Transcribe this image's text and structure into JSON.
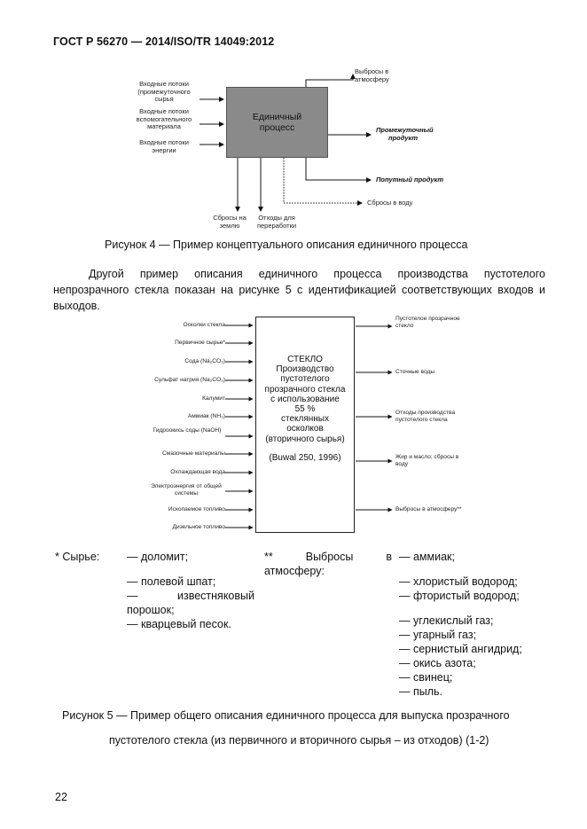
{
  "header": "ГОСТ Р 56270 — 2014/ISO/TR 14049:2012",
  "figure4": {
    "process_label": [
      "Единичный",
      "процесс"
    ],
    "inputs": [
      [
        "Входные потоки",
        "(промежуточного",
        "сырья"
      ],
      [
        "Входные потоки",
        "вспомогательного",
        "материала"
      ],
      [
        "Входные потоки",
        "энергии"
      ]
    ],
    "outputs": {
      "air": [
        "Выбросы в",
        "атмосферу"
      ],
      "intermediate": [
        "Промежуточный",
        "продукт"
      ],
      "coproduct": "Попутный продукт",
      "water": "Сбросы в воду",
      "soil": [
        "Сбросы на",
        "землю"
      ],
      "waste": [
        "Отходы для",
        "переработки"
      ]
    },
    "caption": "Рисунок 4 — Пример концептуального описания единичного процесса"
  },
  "paragraph": "Другой пример описания единичного процесса производства пустотелого непрозрачного стекла показан на рисунке 5 с идентификацией соответствующих входов и выходов.",
  "figure5": {
    "box_lines": [
      "СТЕКЛО",
      "Производство",
      "пустотелого",
      "прозрачного стекла",
      "с использование",
      "55 %",
      "стеклянных",
      "осколков",
      "(вторичного сырья)"
    ],
    "box_source": "(Buwal 250, 1996)",
    "inputs": [
      "Осколки стекла",
      "Первичное сырье*",
      "Сода (Na₂CO₃)",
      "Сульфат натрия (Na₂CO₃)",
      "Калумит",
      "Аммиак (NH₃)",
      "Гидроокись соды (NaOH)",
      "Смазочные материалы",
      "Охлаждающая вода",
      "Электроэнергия от общей системы",
      "Ископаемое топливо",
      "Дизельное топливо"
    ],
    "outputs": [
      "Пустотелое прозрачное стекло",
      "Сточные воды",
      "Отходы производства пустотелого стекла",
      "Жир и масло; сбросы в воду",
      "Выбросы в атмосферу**"
    ],
    "notes": {
      "raw_label": "* Сырье:",
      "raw_items": [
        "— доломит;",
        "— полевой шпат;",
        "— известняковый порошок;",
        "— кварцевый песок."
      ],
      "air_label": "** Выбросы в атмосферу:",
      "air_items": [
        "— аммиак;",
        "— хлористый водород;",
        "— фтористый водород;",
        "— углекислый газ;",
        "— угарный газ;",
        "— сернистый ангидрид;",
        "— окись азота;",
        "— свинец;",
        "— пыль."
      ]
    },
    "caption_line1": "Рисунок 5 — Пример общего описания единичного процесса для выпуска прозрачного",
    "caption_line2": "пустотелого стекла (из первичного и вторичного сырья – из отходов) (1-2)"
  },
  "page_number": "22"
}
